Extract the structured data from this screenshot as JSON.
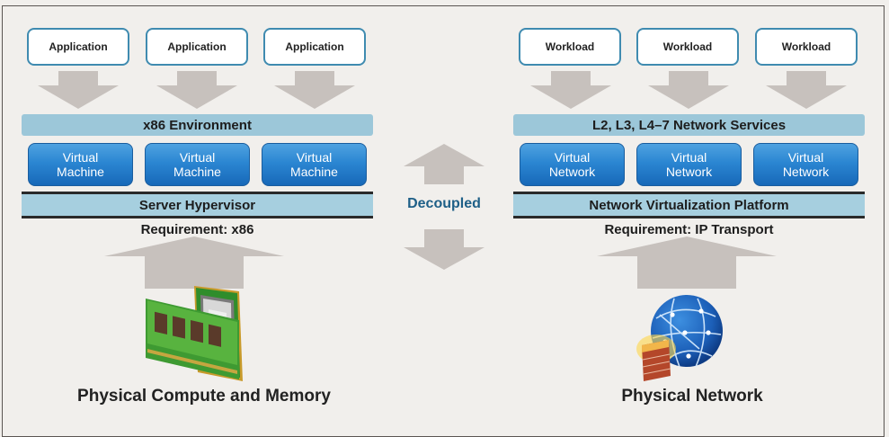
{
  "left": {
    "top_boxes": [
      "Application",
      "Application",
      "Application"
    ],
    "environment_band": "x86 Environment",
    "virtual_boxes": [
      {
        "line1": "Virtual",
        "line2": "Machine"
      },
      {
        "line1": "Virtual",
        "line2": "Machine"
      },
      {
        "line1": "Virtual",
        "line2": "Machine"
      }
    ],
    "platform_band": "Server Hypervisor",
    "requirement": "Requirement: x86",
    "physical_label": "Physical Compute and Memory",
    "physical_icon": "cpu-and-ram-icon"
  },
  "center": {
    "label": "Decoupled"
  },
  "right": {
    "top_boxes": [
      "Workload",
      "Workload",
      "Workload"
    ],
    "environment_band": "L2, L3, L4–7 Network Services",
    "virtual_boxes": [
      {
        "line1": "Virtual",
        "line2": "Network"
      },
      {
        "line1": "Virtual",
        "line2": "Network"
      },
      {
        "line1": "Virtual",
        "line2": "Network"
      }
    ],
    "platform_band": "Network Virtualization Platform",
    "requirement": "Requirement: IP Transport",
    "physical_label": "Physical Network",
    "physical_icon": "globe-firewall-icon"
  },
  "colors": {
    "box_border": "#3f8bb0",
    "band": "#9cc7d9",
    "virtual_box": "#2b86d2",
    "arrow": "#c7c1bd",
    "decoupled_text": "#1e5f87"
  }
}
